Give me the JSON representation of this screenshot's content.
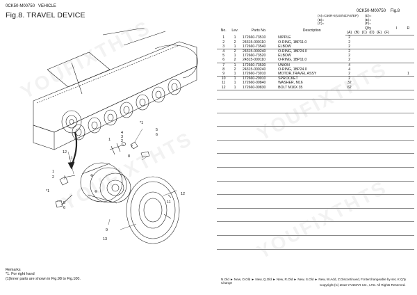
{
  "header": {
    "left_code": "0CK50-M00750",
    "left_label": "VEHICLE",
    "right_code": "0CK50-M00750",
    "right_fig": "Fig.8",
    "title": "Fig.8.  TRAVEL DEVICE"
  },
  "spec_legend": {
    "a": "(A)=C50R-5(US/NZ/AS/EP)",
    "b": "(B)=",
    "c": "(C)=",
    "d": "(D)=",
    "e": "(E)=",
    "f": "(F)="
  },
  "table": {
    "headers": {
      "no": "No.",
      "lev": "Lev.",
      "parts_no": "Parts No.",
      "description": "Description",
      "qty": "Q'ty",
      "ref1": "I",
      "ref2": "R"
    },
    "qty_cols": [
      "(A)",
      "(B)",
      "(C)",
      "(D)",
      "(E)",
      "(F)"
    ],
    "rows": [
      {
        "no": "1",
        "lev": "1",
        "pn": "172660-73510",
        "desc": "NIPPLE",
        "qa": "2",
        "r": ""
      },
      {
        "no": "2",
        "lev": "2",
        "pn": "24315-000110",
        "desc": "O-RING, 1BP11.0",
        "qa": "2",
        "r": ""
      },
      {
        "no": "3",
        "lev": "1",
        "pn": "172660-73540",
        "desc": "ELBOW",
        "qa": "2",
        "r": ""
      },
      {
        "no": "4",
        "lev": "2",
        "pn": "24315-000240",
        "desc": "O-RING, 1BP24.0",
        "qa": "2",
        "r": ""
      },
      {
        "no": "5",
        "lev": "1",
        "pn": "172660-73520",
        "desc": "ELBOW",
        "qa": "2",
        "r": ""
      },
      {
        "no": "6",
        "lev": "2",
        "pn": "24315-000110",
        "desc": "O-RING, 1BP11.0",
        "qa": "2",
        "r": ""
      },
      {
        "no": "7",
        "lev": "1",
        "pn": "172660-73530",
        "desc": "UNION",
        "qa": "4",
        "r": ""
      },
      {
        "no": "8",
        "lev": "2",
        "pn": "24315-000240",
        "desc": "O-RING, 1BP24.0",
        "qa": "4",
        "r": ""
      },
      {
        "no": "9",
        "lev": "1",
        "pn": "172660-73010",
        "desc": "MOTOR,TRAVEL ASSY",
        "qa": "2",
        "r": "1"
      },
      {
        "no": "10",
        "lev": "1",
        "pn": "172660-29010",
        "desc": "SPROCKET",
        "qa": "2",
        "r": ""
      },
      {
        "no": "11",
        "lev": "1",
        "pn": "172660-00840",
        "desc": "WASHER, M16",
        "qa": "32",
        "r": ""
      },
      {
        "no": "12",
        "lev": "1",
        "pn": "172660-00830",
        "desc": "BOLT M16X 35",
        "qa": "62",
        "r": ""
      }
    ]
  },
  "callouts": [
    "1",
    "2",
    "3",
    "4",
    "5",
    "6",
    "7",
    "8",
    "9",
    "10",
    "11",
    "12",
    "13",
    "*1"
  ],
  "remarks": {
    "title": "Remarks",
    "line1": "*1. For right hand",
    "line2": "(1)Inner parts are shown in Fig.98 to Fig.100."
  },
  "footer": {
    "legend": "N.Old ► New,  O.Old ► New,  Q.Old ► New,  R.Old ► New,  S.Old ► New,  W.Add, Z.Discontinued, F.Interchangeable by set, K:Q'ty Change",
    "copyright": "Copyright (C) 2013 YANMAR CO., LTD. All Rights Reserved."
  },
  "watermark": "YOUFIXTHTS"
}
